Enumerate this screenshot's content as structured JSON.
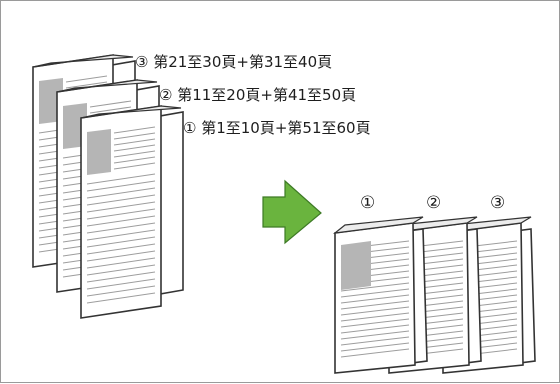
{
  "labels": {
    "set3": "③ 第21至30頁+第31至40頁",
    "set2": "② 第11至20頁+第41至50頁",
    "set1": "① 第1至10頁+第51至60頁"
  },
  "output_markers": [
    "①",
    "②",
    "③"
  ],
  "colors": {
    "arrow_fill": "#6ab43e",
    "arrow_stroke": "#3d7a25",
    "image_block": "#b5b5b5",
    "text_lines": "#9d9d9d",
    "outline": "#333333"
  }
}
